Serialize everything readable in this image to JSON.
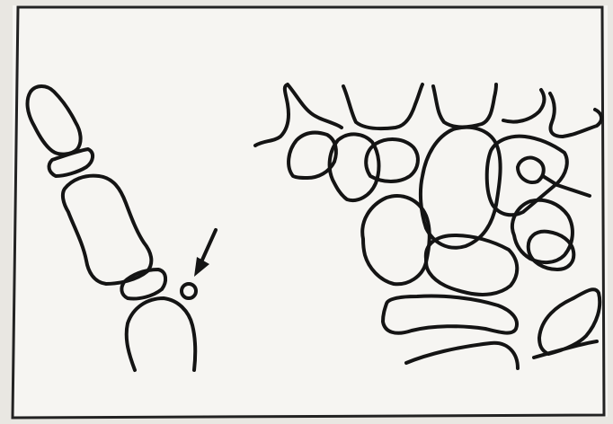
{
  "figure": {
    "background_color": "#e9e7e2",
    "paper_color": "#f6f5f2",
    "ink_color": "#141414",
    "panels": [
      {
        "name": "thumb",
        "elements": [
          "distal-phalanx",
          "ip-sesamoid",
          "proximal-phalanx",
          "mcp-sesamoid",
          "metacarpal-head",
          "sesamoid-ossicle",
          "arrow"
        ]
      },
      {
        "name": "wrist",
        "elements": [
          "metacarpal-bases",
          "carpal-bones",
          "radius",
          "ulna"
        ]
      }
    ]
  }
}
